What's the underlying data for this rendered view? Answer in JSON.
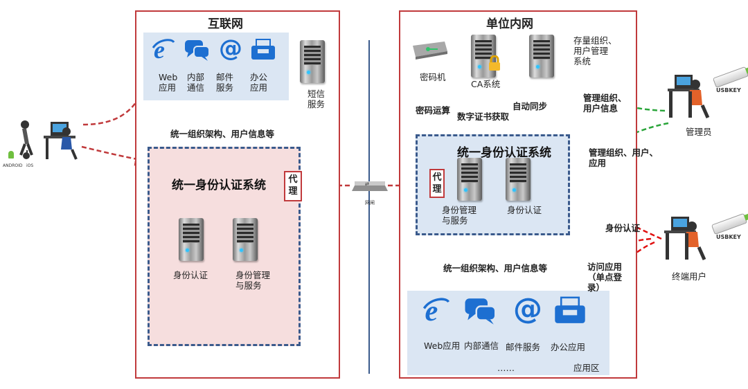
{
  "internet": {
    "title": "互联网",
    "sms": "短信\n服务",
    "sync": "统一组织架构、用户信息等"
  },
  "internet_apps": [
    {
      "label": "Web\n应用",
      "icon": "ie-icon"
    },
    {
      "label": "内部\n通信",
      "icon": "chat-icon"
    },
    {
      "label": "邮件\n服务",
      "icon": "email-at-icon"
    },
    {
      "label": "办公\n应用",
      "icon": "office-inbox-icon"
    }
  ],
  "internet_auth": {
    "title": "统一身份认证系统",
    "proxy": "代\n理",
    "servers": [
      "身份认证",
      "身份管理\n与服务"
    ]
  },
  "gateway": {
    "label": "网闸"
  },
  "intranet": {
    "title": "单位内网",
    "cipher": "密码机",
    "ca": "CA系统",
    "stock": "存量组织、\n用户管理\n系统",
    "link_cipher": "密码运算",
    "link_cert": "数字证书获取",
    "link_sync": "自动同步",
    "auth_title": "统一身份认证系统",
    "proxy": "代\n理",
    "servers": [
      "身份管理\n与服务",
      "身份认证"
    ],
    "sync": "统一组织架构、用户信息等",
    "app_zone": "应用区",
    "apps": [
      {
        "label": "Web应用",
        "icon": "ie-icon"
      },
      {
        "label": "内部通信",
        "icon": "chat-icon"
      },
      {
        "label": "邮件服务",
        "icon": "email-at-icon"
      },
      {
        "label": "办公应用",
        "icon": "office-inbox-icon"
      }
    ],
    "ellipsis": "……"
  },
  "admin": {
    "label": "管理员",
    "usbkey": "USBKEY",
    "link1": "管理组织、\n用户信息",
    "link2": "管理组织、用户、\n应用"
  },
  "end_user": {
    "label": "终端用户",
    "usbkey": "USBKEY",
    "link_auth": "身份认证",
    "link_access": "访问应用\n（单点登\n录）"
  },
  "mobile": {
    "android": "ANDROID",
    "ios": "iOS"
  },
  "colors": {
    "red": "#c0393b",
    "dashed_red": "#c0393b",
    "purple": "#6b4d9a",
    "green": "#2aa53a",
    "blue": "#3a5a8c"
  }
}
